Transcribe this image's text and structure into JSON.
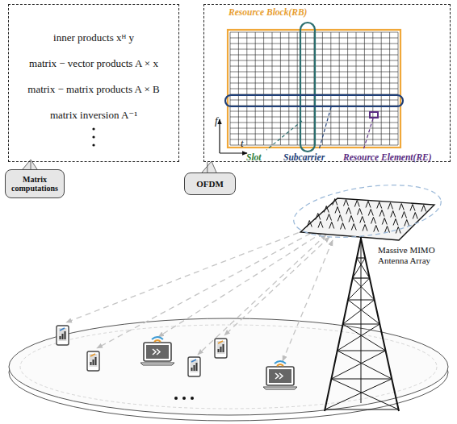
{
  "diagram": {
    "nodes": [
      {
        "text": [
          "inner products xᴴ y",
          "matrix − vector products A × x",
          "matrix − matrix products A × B",
          "matrix inversion A⁻¹"
        ]
      },
      {
        "text": [
          "Resource Block(RB)",
          "Slot",
          "Subcarrier",
          "Resource Element(RE)"
        ]
      },
      {
        "text": [
          "Matrix computations"
        ]
      },
      {
        "text": [
          "OFDM"
        ]
      }
    ],
    "edges": [
      {
        "from": 2,
        "to": 0,
        "arrow": "none"
      },
      {
        "from": 3,
        "to": 1,
        "arrow": "none"
      }
    ],
    "labels": [
      "f",
      "t",
      "Massive MIMO Antenna Array"
    ]
  }
}
